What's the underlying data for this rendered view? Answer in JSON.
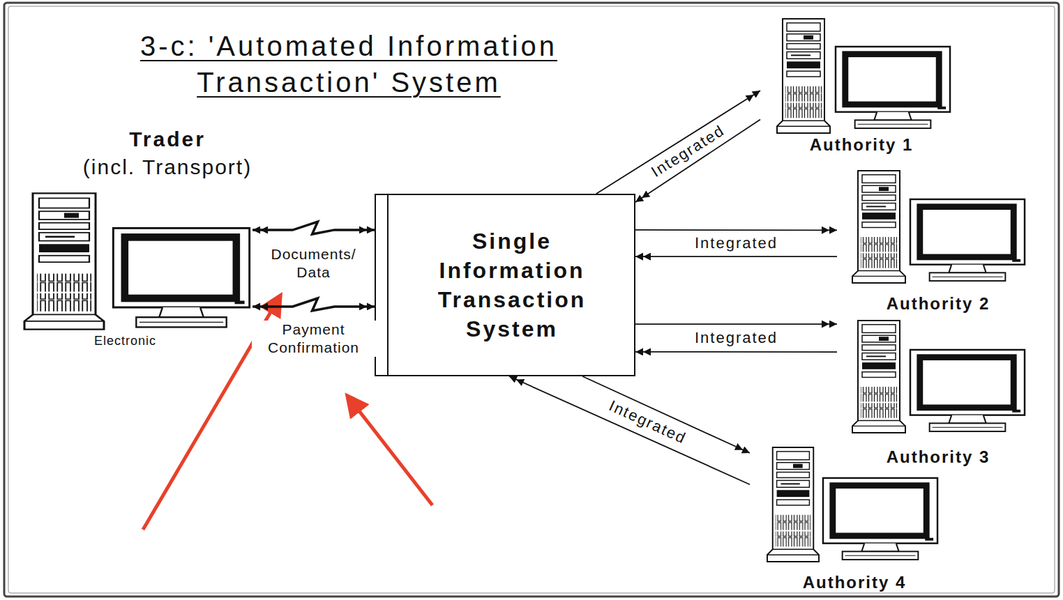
{
  "diagram": {
    "title": "3-c: 'Automated Information Transaction' System",
    "nodes": [
      {
        "text": [
          "Trader",
          "(incl. Transport)",
          "Electronic"
        ]
      },
      {
        "text": [
          "Single Information Transaction System"
        ]
      },
      {
        "text": [
          "Authority 1"
        ]
      },
      {
        "text": [
          "Authority 2"
        ]
      },
      {
        "text": [
          "Authority 3"
        ]
      },
      {
        "text": [
          "Authority 4"
        ]
      }
    ],
    "edges": [
      {
        "from": 0,
        "to": 1,
        "label": "Documents/ Data",
        "arrow": "both"
      },
      {
        "from": 0,
        "to": 1,
        "label": "Payment Confirmation",
        "arrow": "both"
      },
      {
        "from": 1,
        "to": 2,
        "label": "Integrated",
        "arrow": "to"
      },
      {
        "from": 2,
        "to": 1,
        "arrow": "to"
      },
      {
        "from": 1,
        "to": 3,
        "label": "Integrated",
        "arrow": "to"
      },
      {
        "from": 3,
        "to": 1,
        "arrow": "to"
      },
      {
        "from": 1,
        "to": 4,
        "label": "Integrated",
        "arrow": "to"
      },
      {
        "from": 4,
        "to": 1,
        "arrow": "to"
      },
      {
        "from": 1,
        "to": 5,
        "label": "Integrated",
        "arrow": "to"
      },
      {
        "from": 5,
        "to": 1,
        "arrow": "to"
      }
    ]
  }
}
